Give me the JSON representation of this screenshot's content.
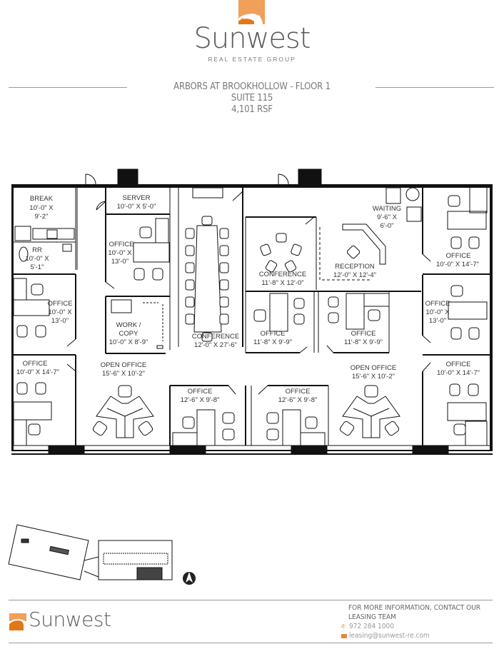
{
  "brand": {
    "name": "Sunwest",
    "subtitle": "REAL ESTATE GROUP",
    "colors": {
      "orange_light": "#f0a058",
      "orange_dark": "#e07818",
      "text": "#5a5a5a"
    }
  },
  "header": {
    "building": "ARBORS AT BROOKHOLLOW - FLOOR 1",
    "suite": "SUITE 115",
    "area": "4,101 RSF"
  },
  "floorplan": {
    "rooms": [
      {
        "name": "BREAK",
        "dims": [
          "10'-0\" X",
          "9'-2\""
        ]
      },
      {
        "name": "RR",
        "dims": [
          "10'-0\" X",
          "5'-1\""
        ]
      },
      {
        "name": "SERVER",
        "dims": [
          "10'-0\" X 5'-0\""
        ]
      },
      {
        "name": "OFFICE",
        "dims": [
          "10'-0\" X",
          "13'-0\""
        ]
      },
      {
        "name": "WORK /",
        "dims": [
          "COPY",
          "10'-0\" X 8'-9\""
        ]
      },
      {
        "name": "OFFICE",
        "dims": [
          "10'-0\" X",
          "13'-0\""
        ]
      },
      {
        "name": "OFFICE",
        "dims": [
          "10'-0\" X 14'-7\""
        ]
      },
      {
        "name": "OPEN OFFICE",
        "dims": [
          "15'-6\" X 10'-2\""
        ]
      },
      {
        "name": "CONFERENCE",
        "dims": [
          "12'-0\" X 27'-6\""
        ]
      },
      {
        "name": "CONFERENCE",
        "dims": [
          "11'-8\" X 12'-0\""
        ]
      },
      {
        "name": "OFFICE",
        "dims": [
          "11'-8\" X 9'-9\""
        ]
      },
      {
        "name": "OFFICE",
        "dims": [
          "11'-8\" X 9'-9\""
        ]
      },
      {
        "name": "RECEPTION",
        "dims": [
          "12'-0\" X 12'-4\""
        ]
      },
      {
        "name": "WAITING",
        "dims": [
          "9'-6\" X",
          "6'-0\""
        ]
      },
      {
        "name": "OFFICE",
        "dims": [
          "10'-0\" X 14'-7\""
        ]
      },
      {
        "name": "OFFICE",
        "dims": [
          "10'-0\" X",
          "13'-0\""
        ]
      },
      {
        "name": "OFFICE",
        "dims": [
          "10'-0\" X 14'-7\""
        ]
      },
      {
        "name": "OPEN OFFICE",
        "dims": [
          "15'-6\" X 10'-2\""
        ]
      },
      {
        "name": "OFFICE",
        "dims": [
          "12'-6\" X 9'-8\""
        ]
      },
      {
        "name": "OFFICE",
        "dims": [
          "12'-6\" X 9'-8\""
        ]
      }
    ]
  },
  "footer": {
    "brand": "Sunwest",
    "contact_heading": "FOR MORE INFORMATION, CONTACT OUR LEASING TEAM",
    "phone": "972 284 1000",
    "email": "leasing@sunwest-re.com",
    "icons": {
      "phone": "phone-icon",
      "email": "email-icon",
      "north": "north-arrow-icon"
    }
  }
}
